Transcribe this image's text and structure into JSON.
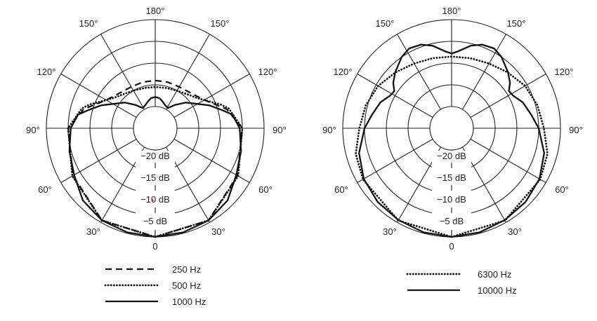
{
  "chart_data": [
    {
      "type": "polar-line",
      "angle_labels": [
        "180°",
        "150°",
        "150°",
        "120°",
        "120°",
        "90°",
        "90°",
        "60°",
        "60°",
        "30°",
        "30°",
        "0"
      ],
      "ring_labels": [
        "−20 dB",
        "−15 dB",
        "−10 dB",
        "−5 dB"
      ],
      "rlim_db": [
        -25,
        0
      ],
      "angle_zero": "bottom",
      "symmetric": true,
      "series": [
        {
          "name": "250 Hz",
          "style": "dashed",
          "angles": [
            0,
            30,
            60,
            90,
            105,
            120,
            135,
            150,
            165,
            180
          ],
          "values": [
            0,
            -0.5,
            -3.2,
            -5,
            -8,
            -12,
            -13.5,
            -14,
            -14,
            -14
          ]
        },
        {
          "name": "500 Hz",
          "style": "dotted",
          "angles": [
            0,
            30,
            60,
            90,
            105,
            110,
            125,
            140,
            150,
            165,
            180
          ],
          "values": [
            0,
            -0.5,
            -3,
            -5,
            -7.5,
            -9,
            -13,
            -14.5,
            -15,
            -15.4,
            -15.5
          ]
        },
        {
          "name": "1000 Hz",
          "style": "solid",
          "angles": [
            0,
            15,
            30,
            45,
            60,
            75,
            90,
            100,
            105,
            113,
            130,
            140,
            148,
            155,
            165,
            172,
            180
          ],
          "values": [
            0,
            -0.2,
            -0.5,
            -1.5,
            -3.5,
            -4.6,
            -5.6,
            -7,
            -9,
            -11.5,
            -15.8,
            -18,
            -19.5,
            -19.3,
            -18.6,
            -18,
            -17.8
          ]
        }
      ],
      "legend": "bottom"
    },
    {
      "type": "polar-line",
      "angle_labels": [
        "180°",
        "150°",
        "150°",
        "120°",
        "120°",
        "90°",
        "90°",
        "60°",
        "60°",
        "30°",
        "30°",
        "0"
      ],
      "ring_labels": [
        "−20 dB",
        "−15 dB",
        "−10 dB",
        "−5 dB"
      ],
      "rlim_db": [
        -25,
        0
      ],
      "angle_zero": "bottom",
      "symmetric": true,
      "series": [
        {
          "name": "6300 Hz",
          "style": "dotted",
          "angles": [
            0,
            30,
            60,
            75,
            90,
            105,
            120,
            135,
            150,
            165,
            180
          ],
          "values": [
            0,
            -0.5,
            -1.5,
            -2.2,
            -3.8,
            -4.6,
            -5.5,
            -6.8,
            -7.8,
            -8.3,
            -8.5
          ]
        },
        {
          "name": "10000 Hz",
          "style": "solid",
          "angles": [
            0,
            15,
            30,
            45,
            60,
            75,
            90,
            100,
            110,
            118,
            123,
            128,
            135,
            145,
            152,
            160,
            167,
            175,
            180
          ],
          "values": [
            0,
            -0.2,
            -0.6,
            -1,
            -1.7,
            -3,
            -5,
            -6.5,
            -7.6,
            -9,
            -9.3,
            -8,
            -6.7,
            -5,
            -4.2,
            -4.5,
            -5.5,
            -7.2,
            -7.8
          ]
        }
      ],
      "legend": "bottom"
    }
  ]
}
